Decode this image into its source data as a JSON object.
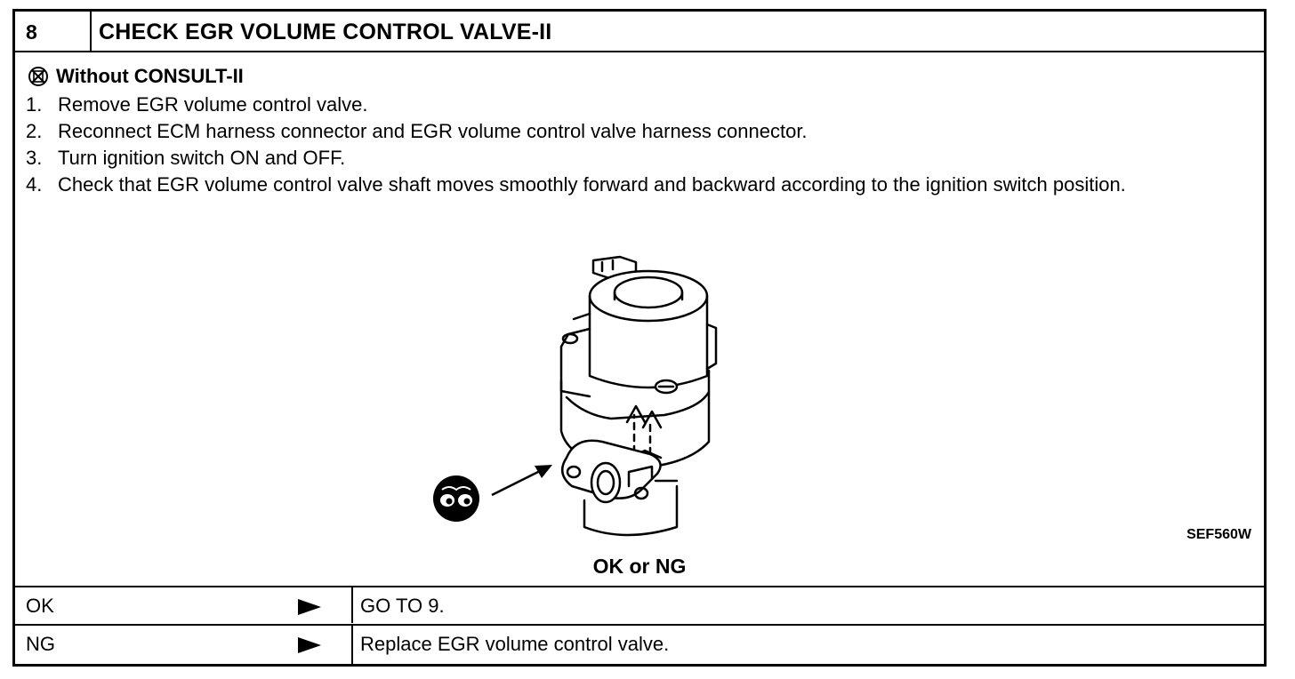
{
  "header": {
    "step_number": "8",
    "title": "CHECK EGR VOLUME CONTROL VALVE-II"
  },
  "condition": {
    "icon": "without-consult-icon",
    "label": "Without CONSULT-II"
  },
  "steps": [
    {
      "num": "1.",
      "text": "Remove EGR volume control valve."
    },
    {
      "num": "2.",
      "text": "Reconnect ECM harness connector and EGR volume control valve harness connector."
    },
    {
      "num": "3.",
      "text": "Turn ignition switch ON and OFF."
    },
    {
      "num": "4.",
      "text": "Check that EGR volume control valve shaft moves smoothly forward and backward according to the ignition switch position."
    }
  ],
  "figure": {
    "code": "SEF560W",
    "icons": [
      "egr-valve-illustration",
      "eye-check-icon",
      "arrow-icon"
    ]
  },
  "result_prompt": "OK or NG",
  "results": [
    {
      "label": "OK",
      "action": "GO TO 9."
    },
    {
      "label": "NG",
      "action": "Replace EGR volume control valve."
    }
  ],
  "colors": {
    "line": "#000000",
    "background": "#ffffff"
  }
}
